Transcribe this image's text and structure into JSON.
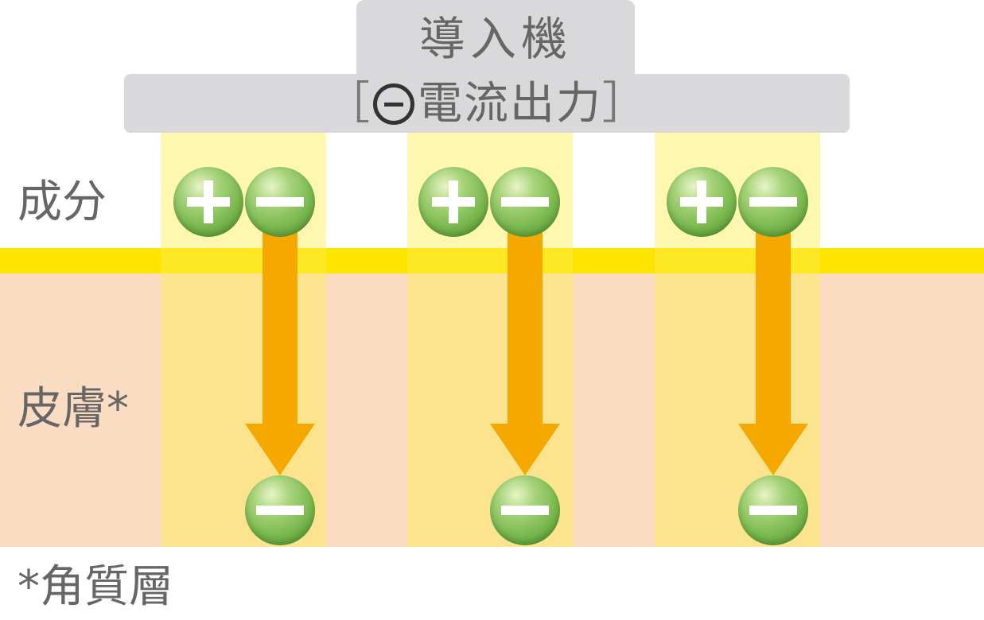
{
  "device": {
    "title": "導入機",
    "subtitle_open": "［",
    "subtitle_text": "電流出力",
    "subtitle_close": "］",
    "output_polarity_icon": "minus-in-circle-icon"
  },
  "labels": {
    "ingredient": "成分",
    "skin": "皮膚*",
    "footnote": "*角質層"
  },
  "ions": {
    "positive_icon": "plus-icon",
    "negative_icon": "minus-icon"
  },
  "colors": {
    "skin": "#fadcc2",
    "surface": "#fde500",
    "column": "#ffec50",
    "arrow": "#f5a800",
    "ion": "#7ab84e",
    "device": "#d9d9db",
    "text": "#666666"
  }
}
